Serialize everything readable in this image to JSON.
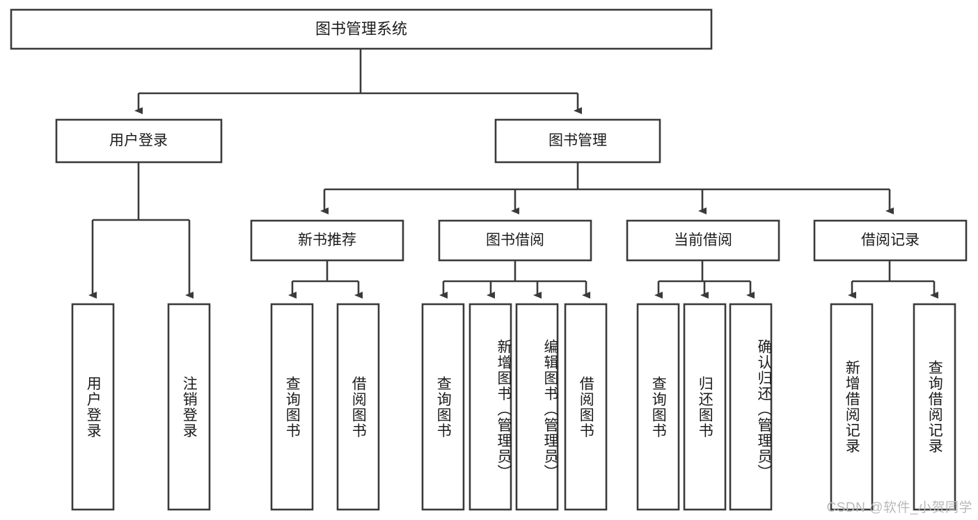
{
  "diagram": {
    "type": "tree",
    "title": "图书管理系统",
    "orientation": "top-down",
    "root": {
      "id": "root",
      "label": "图书管理系统",
      "level": 0
    },
    "nodes": [
      {
        "id": "user-login",
        "label": "用户登录",
        "level": 1,
        "parent": "root"
      },
      {
        "id": "book-manage",
        "label": "图书管理",
        "level": 1,
        "parent": "root"
      },
      {
        "id": "new-book-recommend",
        "label": "新书推荐",
        "level": 2,
        "parent": "book-manage"
      },
      {
        "id": "book-borrow",
        "label": "图书借阅",
        "level": 2,
        "parent": "book-manage"
      },
      {
        "id": "current-borrow",
        "label": "当前借阅",
        "level": 2,
        "parent": "book-manage"
      },
      {
        "id": "borrow-record",
        "label": "借阅记录",
        "level": 2,
        "parent": "book-manage"
      },
      {
        "id": "leaf-user-login",
        "label": "用户登录",
        "level": 3,
        "parent": "user-login",
        "vertical": true
      },
      {
        "id": "leaf-logout-login",
        "label": "注销登录",
        "level": 3,
        "parent": "user-login",
        "vertical": true
      },
      {
        "id": "leaf-query-book-1",
        "label": "查询图书",
        "level": 3,
        "parent": "new-book-recommend",
        "vertical": true
      },
      {
        "id": "leaf-borrow-book-1",
        "label": "借阅图书",
        "level": 3,
        "parent": "new-book-recommend",
        "vertical": true
      },
      {
        "id": "leaf-query-book-2",
        "label": "查询图书",
        "level": 3,
        "parent": "book-borrow",
        "vertical": true
      },
      {
        "id": "leaf-add-book",
        "label": "新增图书（管理员）",
        "level": 3,
        "parent": "book-borrow",
        "vertical": true
      },
      {
        "id": "leaf-edit-book",
        "label": "编辑图书（管理员）",
        "level": 3,
        "parent": "book-borrow",
        "vertical": true
      },
      {
        "id": "leaf-borrow-book-2",
        "label": "借阅图书",
        "level": 3,
        "parent": "book-borrow",
        "vertical": true
      },
      {
        "id": "leaf-query-book-3",
        "label": "查询图书",
        "level": 3,
        "parent": "current-borrow",
        "vertical": true
      },
      {
        "id": "leaf-return-book",
        "label": "归还图书",
        "level": 3,
        "parent": "current-borrow",
        "vertical": true
      },
      {
        "id": "leaf-confirm-return",
        "label": "确认归还（管理员）",
        "level": 3,
        "parent": "current-borrow",
        "vertical": true
      },
      {
        "id": "leaf-add-record",
        "label": "新增借阅记录",
        "level": 3,
        "parent": "borrow-record",
        "vertical": true
      },
      {
        "id": "leaf-query-record",
        "label": "查询借阅记录",
        "level": 3,
        "parent": "borrow-record",
        "vertical": true
      }
    ],
    "colors": {
      "box_fill": "#ffffff",
      "box_stroke": "#3a3a3a",
      "text": "#1b1b1b",
      "background": "#ffffff",
      "watermark": "#b9b9b9"
    }
  },
  "watermark": {
    "text": "CSDN @软件_小贺同学"
  }
}
